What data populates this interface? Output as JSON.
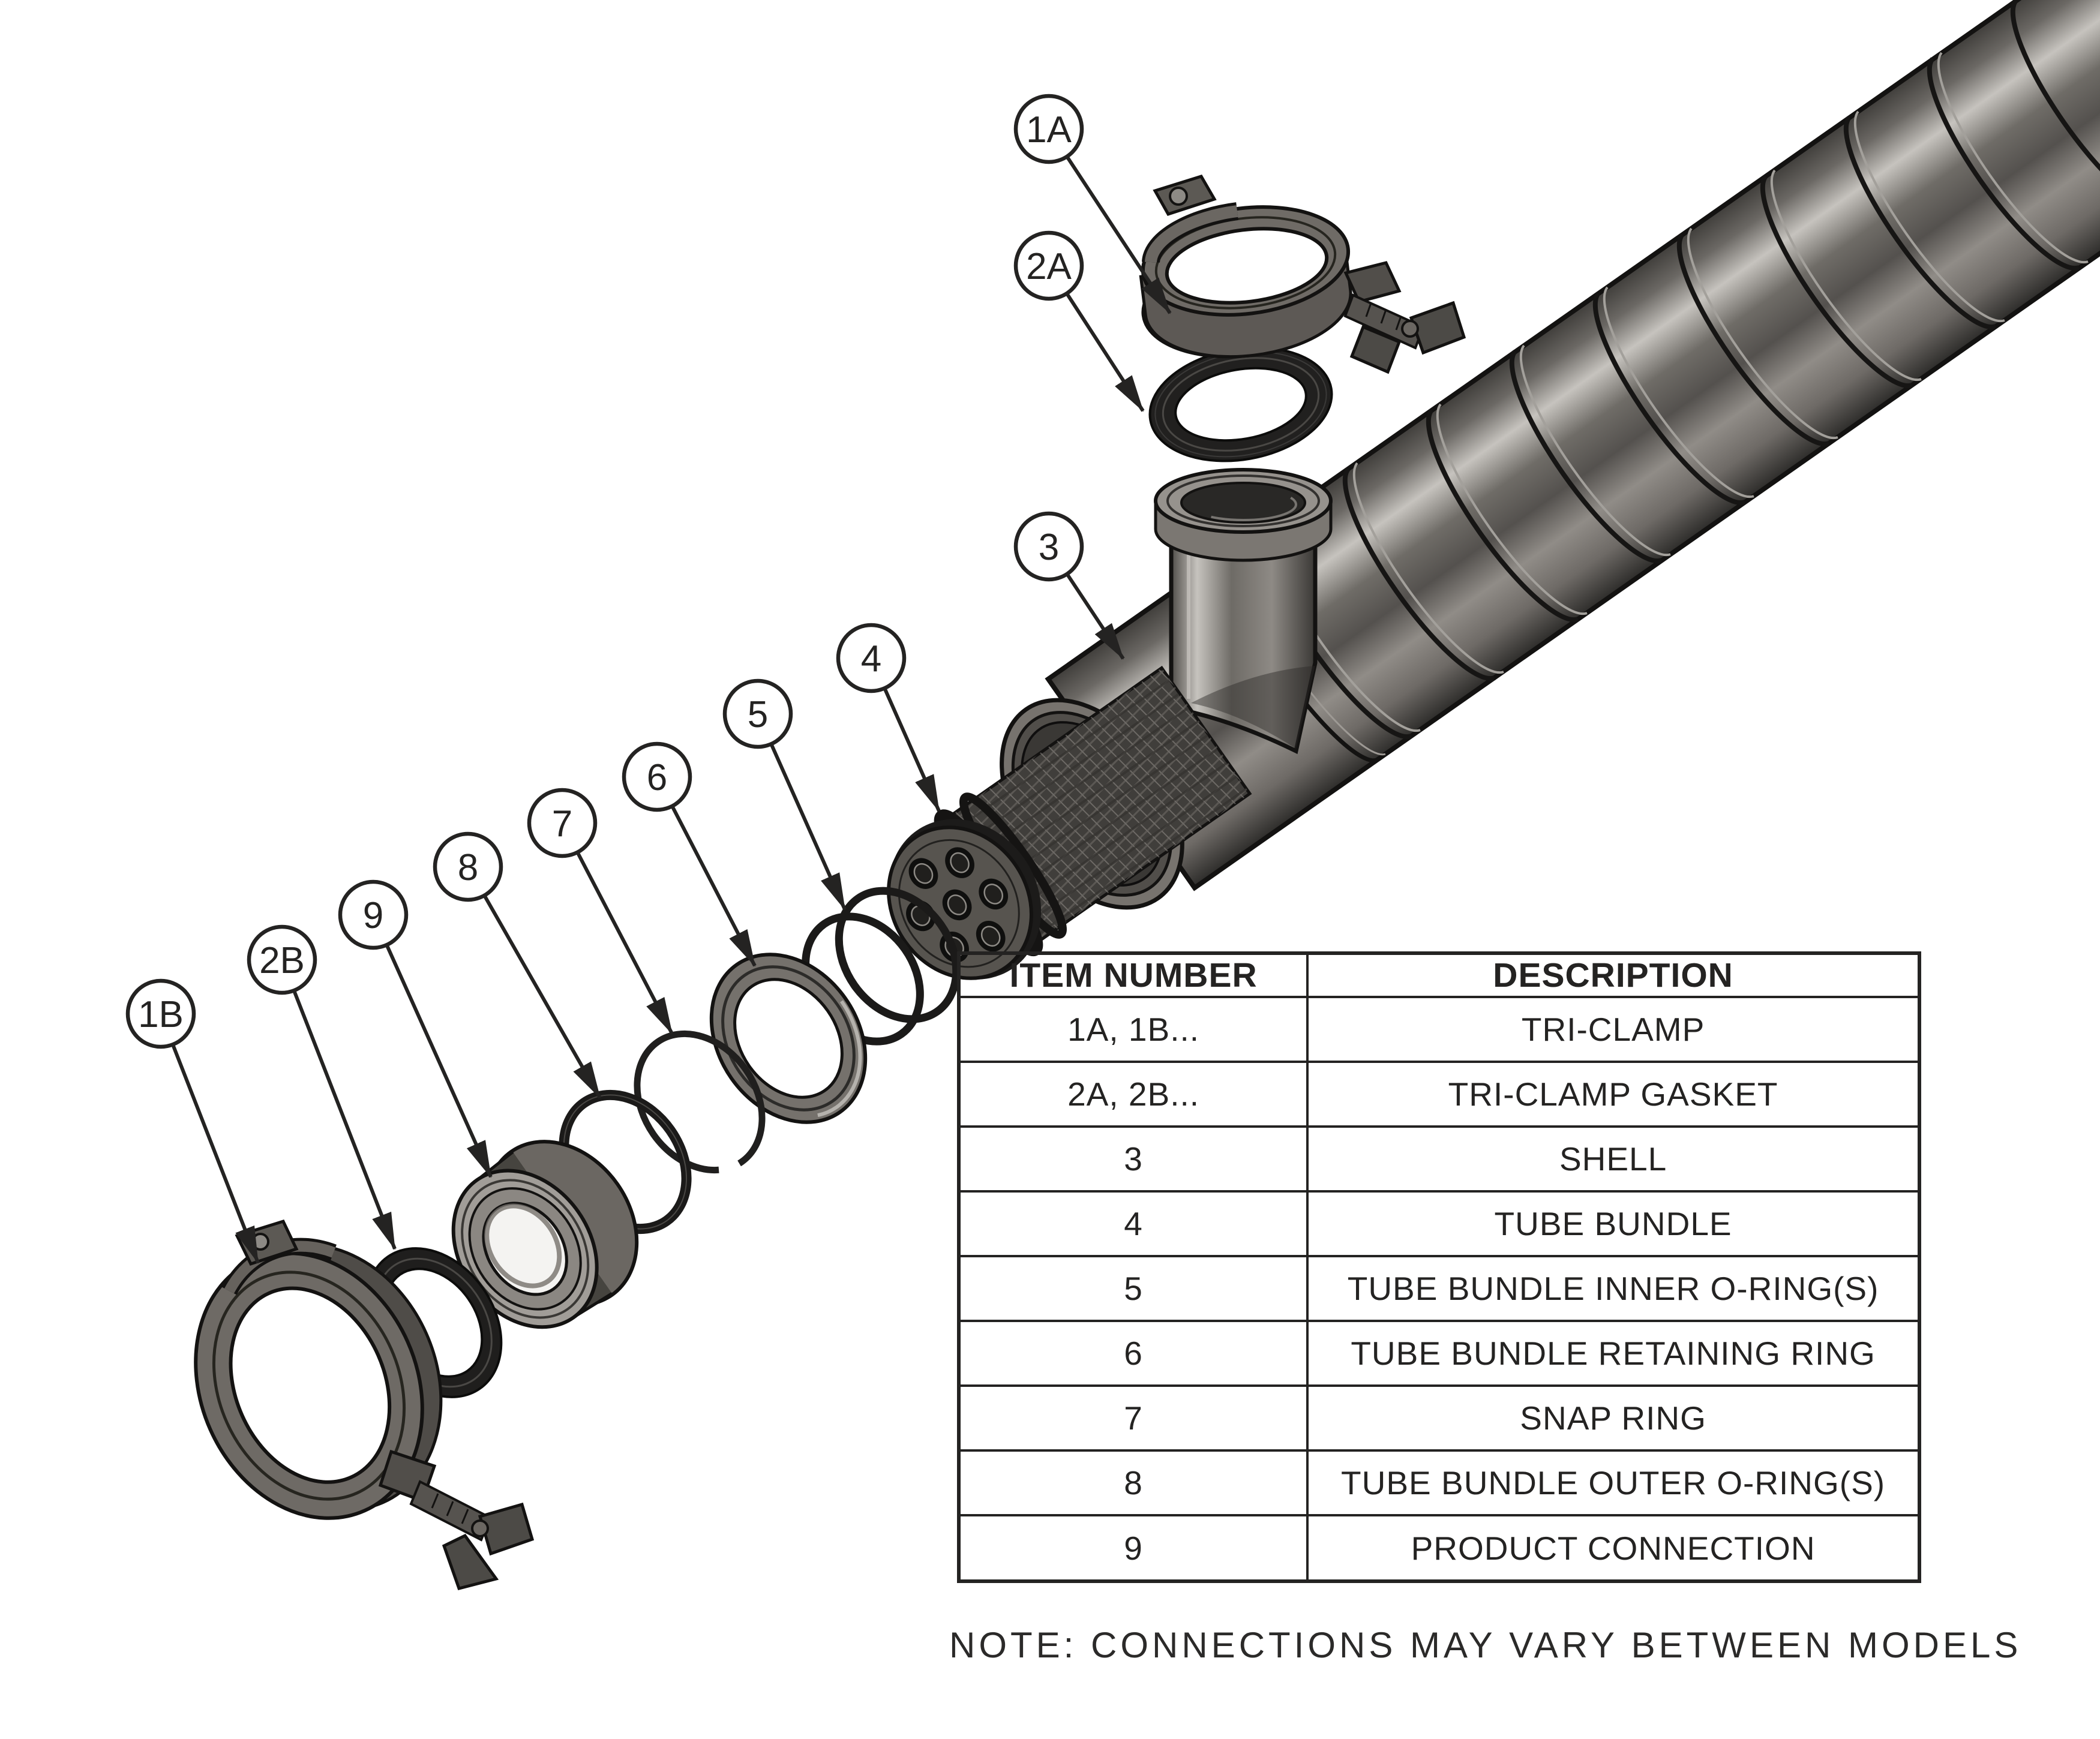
{
  "note": "NOTE: CONNECTIONS MAY VARY BETWEEN MODELS",
  "table": {
    "headers": {
      "item": "ITEM NUMBER",
      "description": "DESCRIPTION"
    },
    "rows": [
      {
        "item": "1A, 1B...",
        "description": "TRI-CLAMP"
      },
      {
        "item": "2A, 2B...",
        "description": "TRI-CLAMP GASKET"
      },
      {
        "item": "3",
        "description": "SHELL"
      },
      {
        "item": "4",
        "description": "TUBE BUNDLE"
      },
      {
        "item": "5",
        "description": "TUBE BUNDLE INNER O-RING(S)"
      },
      {
        "item": "6",
        "description": "TUBE BUNDLE RETAINING RING"
      },
      {
        "item": "7",
        "description": "SNAP RING"
      },
      {
        "item": "8",
        "description": "TUBE BUNDLE OUTER O-RING(S)"
      },
      {
        "item": "9",
        "description": "PRODUCT CONNECTION"
      }
    ]
  },
  "callouts": [
    {
      "label": "1A",
      "part": "TRI-CLAMP"
    },
    {
      "label": "2A",
      "part": "TRI-CLAMP GASKET"
    },
    {
      "label": "3",
      "part": "SHELL"
    },
    {
      "label": "4",
      "part": "TUBE BUNDLE"
    },
    {
      "label": "5",
      "part": "TUBE BUNDLE INNER O-RING(S)"
    },
    {
      "label": "6",
      "part": "TUBE BUNDLE RETAINING RING"
    },
    {
      "label": "7",
      "part": "SNAP RING"
    },
    {
      "label": "8",
      "part": "TUBE BUNDLE OUTER O-RING(S)"
    },
    {
      "label": "9",
      "part": "PRODUCT CONNECTION"
    },
    {
      "label": "2B",
      "part": "TRI-CLAMP GASKET"
    },
    {
      "label": "1B",
      "part": "TRI-CLAMP"
    }
  ],
  "colors": {
    "background": "#ffffff",
    "line": "#242322",
    "metal_light": "#c6c3be",
    "metal_mid": "#8e8a85",
    "metal_dark": "#4b4845",
    "rubber_black": "#1d1c1b"
  }
}
